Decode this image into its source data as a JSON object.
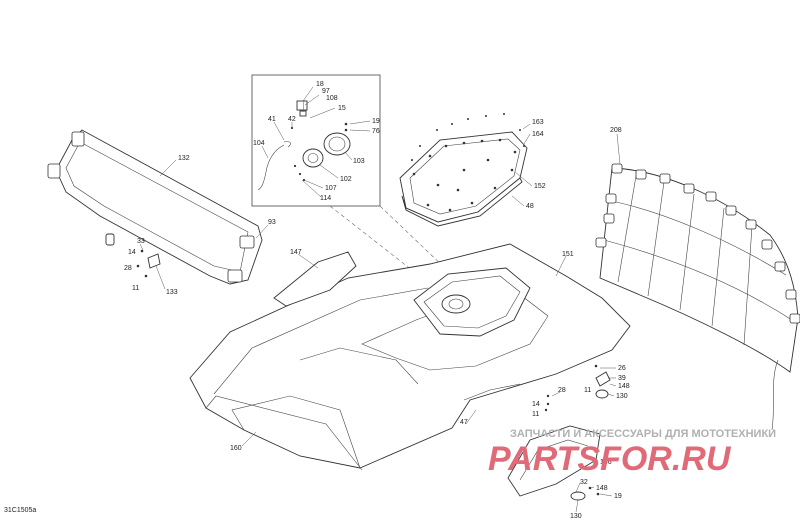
{
  "diagram": {
    "code": "31C1505a",
    "watermark": {
      "caption": "ЗАПЧАСТИ И АКСЕССУАРЫ ДЛЯ МОТОТЕХНИКИ",
      "brand": "PARTSFOR.RU"
    },
    "labels": {
      "p18": "18",
      "p97": "97",
      "p108": "108",
      "p15": "15",
      "p19a": "19",
      "p76": "76",
      "p41": "41",
      "p42": "42",
      "p104": "104",
      "p103": "103",
      "p102": "102",
      "p107": "107",
      "p114": "114",
      "p163": "163",
      "p164": "164",
      "p152": "152",
      "p48": "48",
      "p208": "208",
      "p132": "132",
      "p93": "93",
      "p33": "33",
      "p14a": "14",
      "p28a": "28",
      "p11a": "11",
      "p133": "133",
      "p147": "147",
      "p151": "151",
      "p160": "160",
      "p47": "47",
      "p26": "26",
      "p39": "39",
      "p148a": "148",
      "p11b": "11",
      "p130a": "130",
      "p28b": "28",
      "p14b": "14",
      "p11c": "11",
      "p146": "146",
      "p32": "32",
      "p148b": "148",
      "p19b": "19",
      "p130b": "130"
    }
  }
}
